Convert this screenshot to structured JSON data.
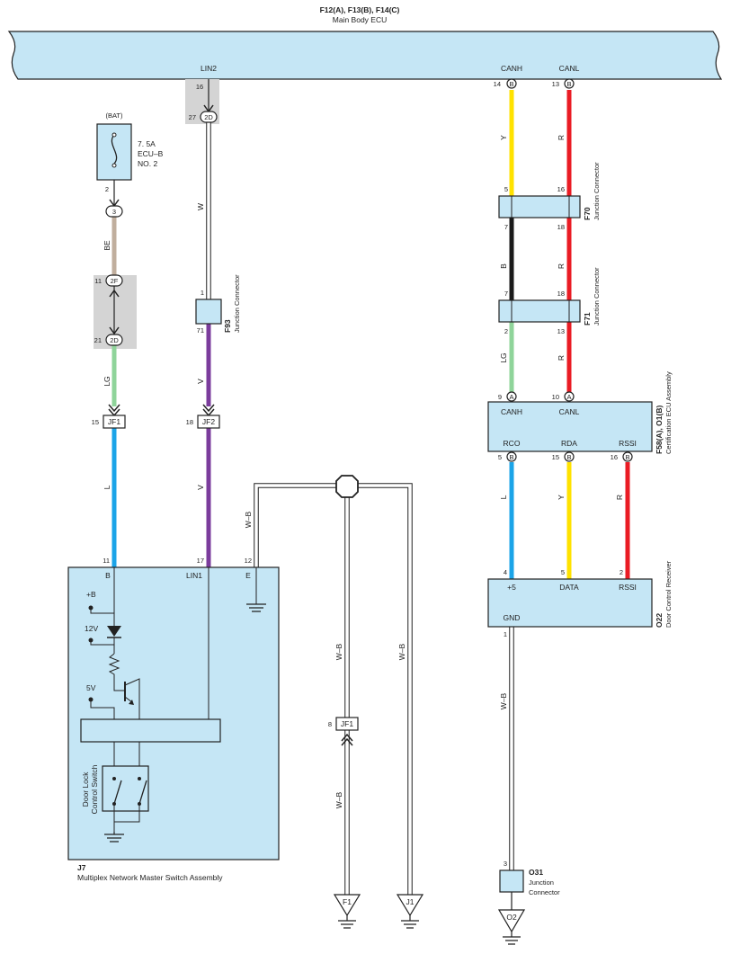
{
  "ecu": {
    "codes": "F12(A), F13(B), F14(C)",
    "name": "Main Body ECU",
    "pin_lin2": "LIN2",
    "pin_canh": "CANH",
    "pin_canl": "CANL",
    "lin2_pin": "16",
    "canh_pin": "14",
    "canl_pin": "13",
    "conn_b": "B"
  },
  "fuse": {
    "source": "(BAT)",
    "rating": "7. 5A",
    "name": "ECU–B",
    "number": "NO. 2",
    "out_pin": "2",
    "oval": "3"
  },
  "joint_2f": {
    "pin": "11",
    "oval": "2F"
  },
  "joint_2d_left": {
    "pin": "21",
    "oval": "2D"
  },
  "joint_2d_top": {
    "pin": "27",
    "oval": "2D"
  },
  "f93": {
    "code": "F93",
    "label": "Junction Connector",
    "pin_top": "1",
    "pin_bottom": "71"
  },
  "jf1": {
    "label": "JF1",
    "pin": "15"
  },
  "jf2": {
    "label": "JF2",
    "pin": "18"
  },
  "jf1_lower": {
    "label": "JF1",
    "pin": "8"
  },
  "f70": {
    "code": "F70",
    "label": "Junction Connector",
    "pin_l": "5",
    "pin_r": "16",
    "pin_bl": "7",
    "pin_br": "18"
  },
  "f71": {
    "code": "F71",
    "label": "Junction Connector",
    "pin_l": "7",
    "pin_r": "18",
    "pin_bl": "2",
    "pin_br": "13"
  },
  "cert": {
    "codes": "F58(A), O1(B)",
    "name": "Certification ECU Assembly",
    "canh": "CANH",
    "canl": "CANL",
    "rco": "RCO",
    "rda": "RDA",
    "rssi": "RSSI",
    "pin_canh": "9",
    "pin_canl": "10",
    "conn_a": "A",
    "pin_rco": "5",
    "pin_rda": "15",
    "pin_rssi": "16",
    "conn_b": "B"
  },
  "receiver": {
    "code": "O22",
    "name": "Door Control Receiver",
    "p5v": "+5",
    "data": "DATA",
    "rssi": "RSSI",
    "gnd": "GND",
    "pin_5v": "4",
    "pin_data": "5",
    "pin_rssi": "2",
    "pin_gnd": "1"
  },
  "o31": {
    "code": "O31",
    "label": "Junction Connector",
    "pin": "3"
  },
  "j7": {
    "code": "J7",
    "name": "Multiplex Network Master Switch Assembly",
    "pin_b": "B",
    "pin_lin1": "LIN1",
    "pin_e": "E",
    "num_b": "11",
    "num_lin1": "17",
    "num_e": "12",
    "plus_b": "+B",
    "v12": "12V",
    "v5": "5V",
    "switch_label": "Door Lock Control Switch"
  },
  "wires": {
    "be": "BE",
    "lg": "LG",
    "l": "L",
    "w": "W",
    "v": "V",
    "y": "Y",
    "r": "R",
    "b": "B",
    "wb": "W–B"
  },
  "grounds": {
    "f1": "F1",
    "j1": "J1",
    "o2": "O2"
  },
  "colors": {
    "ecu_fill": "#c5e6f5",
    "brown_beige": "#c0ae9d",
    "light_green": "#8fd49a",
    "blue": "#1ba4e8",
    "white": "#ffffff",
    "violet": "#7b3c9c",
    "yellow": "#ffe200",
    "red": "#ea1c24",
    "black": "#1a1a1a",
    "connector_shade": "#d4d4d4"
  }
}
